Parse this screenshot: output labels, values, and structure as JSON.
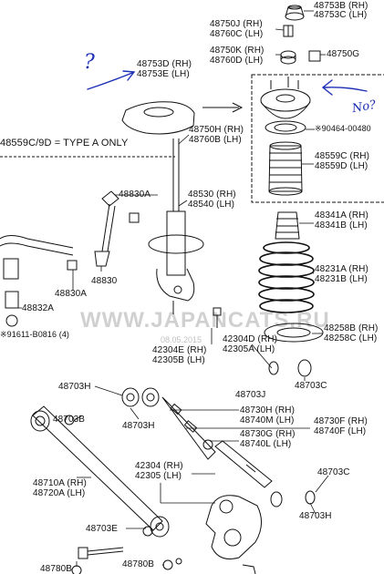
{
  "labels": {
    "p48753b": "48753B (RH)",
    "p48753c": "48753C (LH)",
    "p48750j": "48750J (RH)",
    "p48760c": "48760C (LH)",
    "p48750k": "48750K (RH)",
    "p48760d": "48760D (LH)",
    "p48750g": "48750G",
    "p48753d": "48753D (RH)",
    "p48753e": "48753E (LH)",
    "p90464": "※90464-00480",
    "p48750h": "48750H (RH)",
    "p48760b": "48760B (LH)",
    "note": "48559C/9D = TYPE A ONLY",
    "p48559c": "48559C (RH)",
    "p48559d": "48559D (LH)",
    "p48830a_top": "48830A",
    "p48530": "48530 (RH)",
    "p48540": "48540 (LH)",
    "p48341a": "48341A (RH)",
    "p48341b": "48341B (LH)",
    "p48830": "48830",
    "p48231a": "48231A (RH)",
    "p48231b": "48231B (LH)",
    "p48830a_bot": "48830A",
    "p48832a": "48832A",
    "p91611": "※91611-B0816 (4)",
    "p48258b": "48258B (RH)",
    "p48258c": "48258C (LH)",
    "p42304e": "42304E (RH)",
    "p42305b": "42305B (LH)",
    "p42304d": "42304D (RH)",
    "p42305a": "42305A (LH)",
    "p48703c_top": "48703C",
    "p48703j": "48703J",
    "p48703h_top": "48703H",
    "p48703h_mid": "48703H",
    "p48730h": "48730H (RH)",
    "p48740m": "48740M (LH)",
    "p48730f": "48730F (RH)",
    "p48740f": "48740F (LH)",
    "p48703b": "48703B",
    "p48730g": "48730G (RH)",
    "p48740l": "48740L (LH)",
    "p42304": "42304 (RH)",
    "p42305": "42305 (LH)",
    "p48703c_bot": "48703C",
    "p48710a": "48710A (RH)",
    "p48720a": "48720A (LH)",
    "p48703h_bot": "48703H",
    "p48703e": "48703E",
    "p48780b": "48780B",
    "p48780b2": "48780B"
  },
  "watermark": {
    "text": "WWW.JAPANCATS.RU",
    "date": "08.05.2015"
  },
  "handwriting": {
    "question": "?",
    "no": "No?"
  }
}
